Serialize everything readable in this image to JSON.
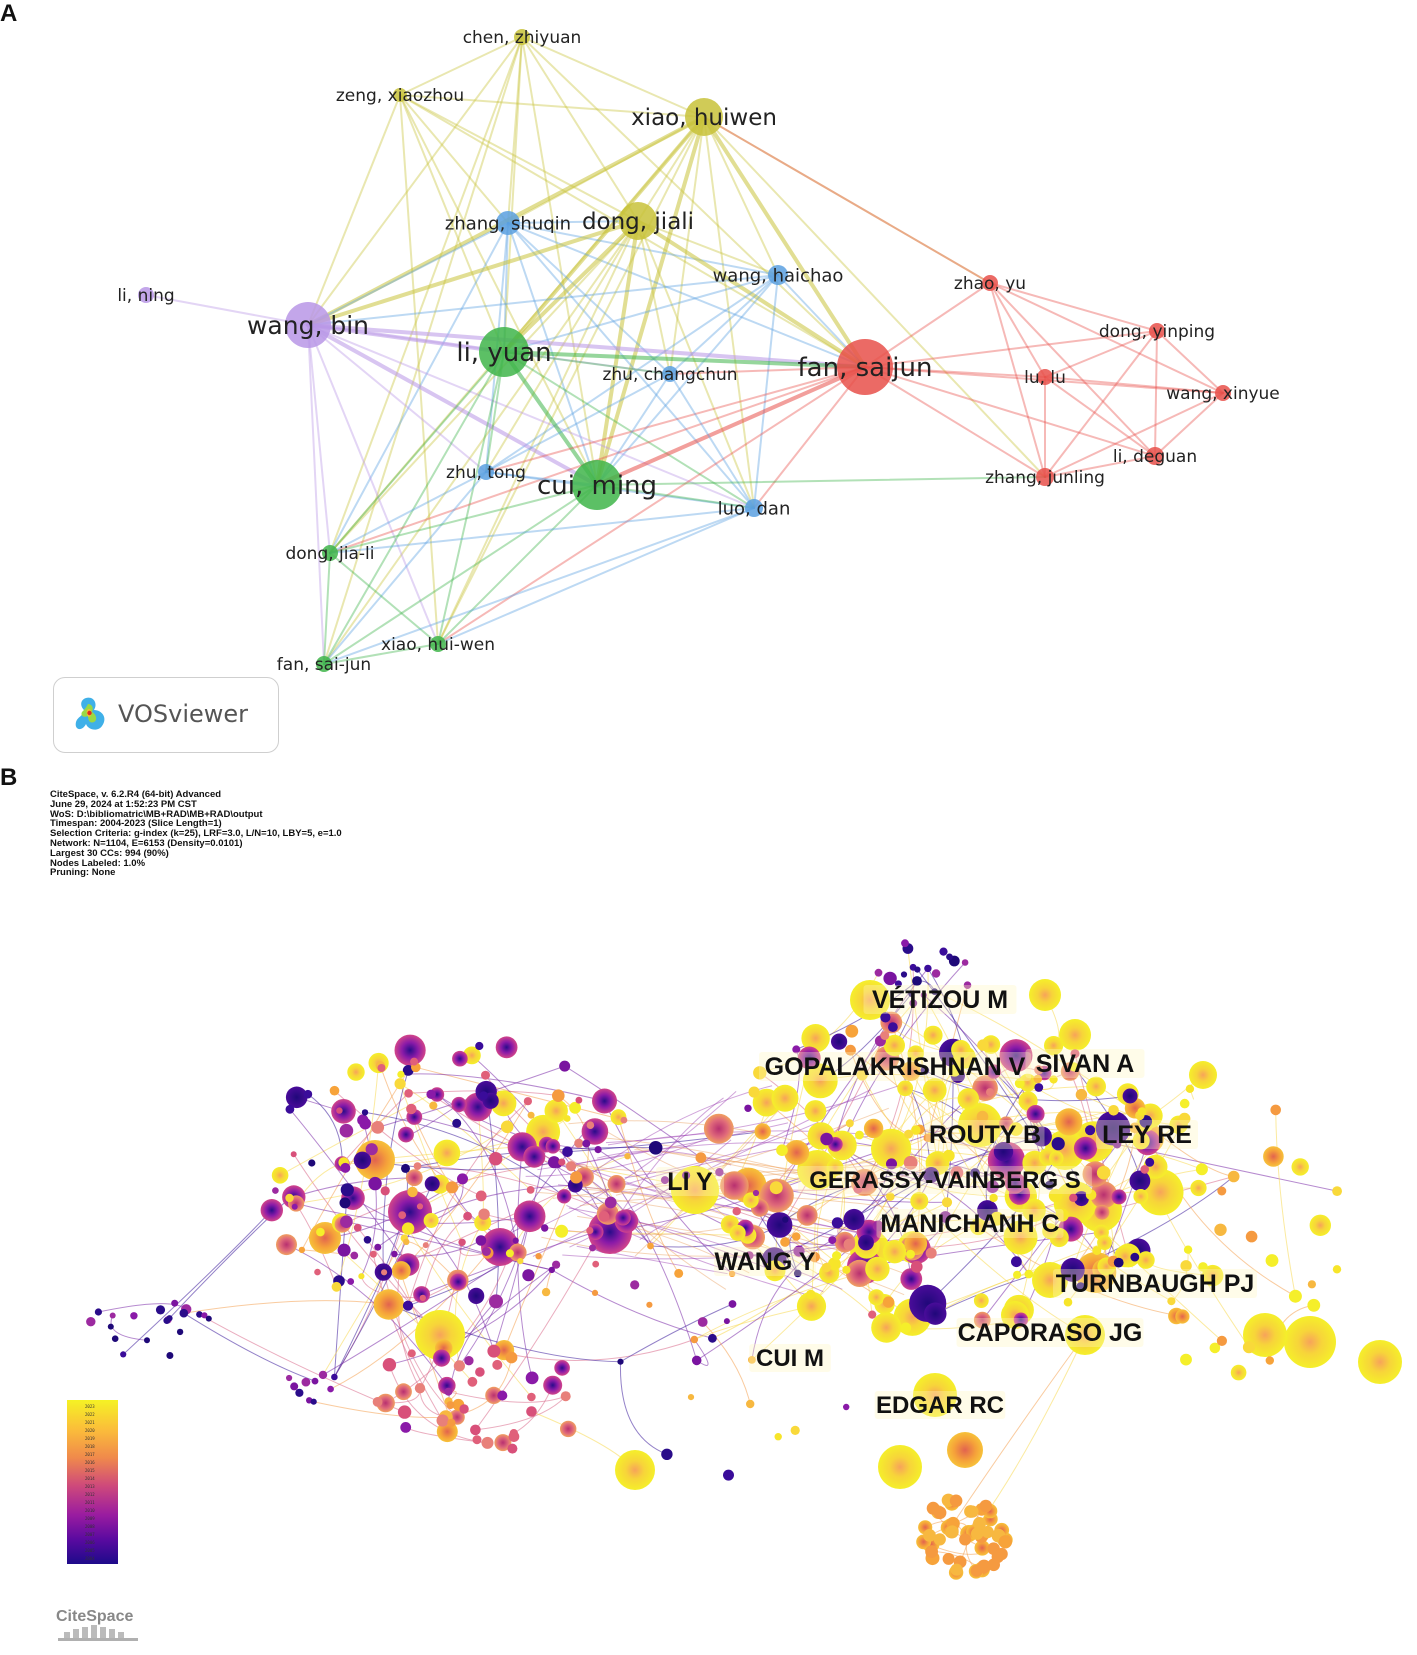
{
  "panels": {
    "a_label": "A",
    "b_label": "B"
  },
  "vosviewer": {
    "badge_text": "VOSviewer",
    "nodes": [
      {
        "label": "chen, zhiyuan",
        "cluster": "yellow"
      },
      {
        "label": "zeng, xiaozhou",
        "cluster": "yellow"
      },
      {
        "label": "xiao, huiwen",
        "cluster": "yellow"
      },
      {
        "label": "zhang, shuqin",
        "cluster": "blue"
      },
      {
        "label": "dong, jiali",
        "cluster": "yellow"
      },
      {
        "label": "wang, haichao",
        "cluster": "blue"
      },
      {
        "label": "zhao, yu",
        "cluster": "red"
      },
      {
        "label": "li, ning",
        "cluster": "purple"
      },
      {
        "label": "wang, bin",
        "cluster": "purple"
      },
      {
        "label": "li, yuan",
        "cluster": "green"
      },
      {
        "label": "fan, saijun",
        "cluster": "red"
      },
      {
        "label": "dong, yinping",
        "cluster": "red"
      },
      {
        "label": "zhu, changchun",
        "cluster": "blue"
      },
      {
        "label": "lu, lu",
        "cluster": "red"
      },
      {
        "label": "wang, xinyue",
        "cluster": "red"
      },
      {
        "label": "li, deguan",
        "cluster": "red"
      },
      {
        "label": "zhu, tong",
        "cluster": "blue"
      },
      {
        "label": "cui, ming",
        "cluster": "green"
      },
      {
        "label": "zhang, junling",
        "cluster": "red"
      },
      {
        "label": "luo, dan",
        "cluster": "blue"
      },
      {
        "label": "dong, jia-li",
        "cluster": "green"
      },
      {
        "label": "xiao, hui-wen",
        "cluster": "green"
      },
      {
        "label": "fan, sai-jun",
        "cluster": "green"
      }
    ],
    "colors": {
      "yellow": "#c8c23a",
      "blue": "#5aa0e0",
      "purple": "#b896e6",
      "green": "#3fb54a",
      "red": "#e8504a"
    }
  },
  "citespace": {
    "meta_lines": [
      "CiteSpace, v. 6.2.R4 (64-bit) Advanced",
      "June 29, 2024 at 1:52:23 PM CST",
      "WoS: D:\\bibliomatric\\MB+RAD\\MB+RAD\\output",
      "Timespan: 2004-2023 (Slice Length=1)",
      "Selection Criteria: g-index (k=25), LRF=3.0, L/N=10, LBY=5, e=1.0",
      "Network: N=1104, E=6153 (Density=0.0101)",
      "Largest 30 CCs: 994 (90%)",
      "Nodes Labeled: 1.0%",
      "Pruning: None"
    ],
    "labels": [
      "VÉTIZOU M",
      "GOPALAKRISHNAN V",
      "SIVAN A",
      "ROUTY B",
      "LEY RE",
      "LI Y",
      "GERASSY-VAINBERG S",
      "MANICHANH C",
      "WANG Y",
      "TURNBAUGH PJ",
      "CAPORASO JG",
      "CUI M",
      "EDGAR RC"
    ],
    "legend_years": [
      "2023",
      "2022",
      "2021",
      "2020",
      "2019",
      "2018",
      "2017",
      "2016",
      "2015",
      "2014",
      "2013",
      "2012",
      "2011",
      "2010",
      "2009",
      "2008",
      "2007",
      "2006",
      "2005",
      "2004"
    ],
    "logo_text": "CiteSpace"
  }
}
